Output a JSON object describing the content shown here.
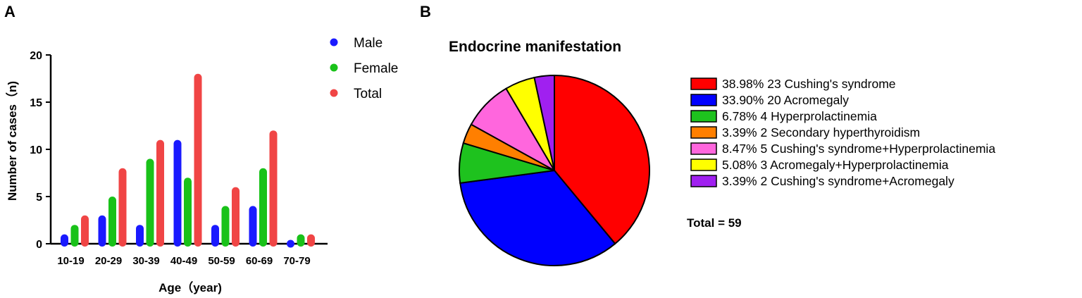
{
  "chart_data": [
    {
      "type": "bar",
      "panel_label": "A",
      "categories": [
        "10-19",
        "20-29",
        "30-39",
        "40-49",
        "50-59",
        "60-69",
        "70-79"
      ],
      "series": [
        {
          "name": "Male",
          "color": "#1a1aff",
          "values": [
            1,
            3,
            2,
            11,
            2,
            4,
            0
          ]
        },
        {
          "name": "Female",
          "color": "#19c219",
          "values": [
            2,
            5,
            9,
            7,
            4,
            8,
            1
          ]
        },
        {
          "name": "Total",
          "color": "#f04545",
          "values": [
            3,
            8,
            11,
            18,
            6,
            12,
            1
          ]
        }
      ],
      "xlabel": "Age（year)",
      "ylabel": "Number of cases（n)",
      "ylim": [
        0,
        20
      ],
      "yticks": [
        "0",
        "5",
        "10",
        "15",
        "20"
      ],
      "grid": false,
      "legend_position": "top-right"
    },
    {
      "type": "pie",
      "panel_label": "B",
      "title": "Endocrine manifestation",
      "slices": [
        {
          "label": "38.98%  23 Cushing's syndrome",
          "value": 23,
          "color": "#ff0000"
        },
        {
          "label": "33.90%  20 Acromegaly",
          "value": 20,
          "color": "#0000ff"
        },
        {
          "label": "6.78%  4 Hyperprolactinemia",
          "value": 4,
          "color": "#1ec21e"
        },
        {
          "label": "3.39%  2 Secondary hyperthyroidism",
          "value": 2,
          "color": "#ff7f00"
        },
        {
          "label": "8.47%  5 Cushing's syndrome+Hyperprolactinemia",
          "value": 5,
          "color": "#ff66dd"
        },
        {
          "label": "5.08%  3 Acromegaly+Hyperprolactinemia",
          "value": 3,
          "color": "#ffff00"
        },
        {
          "label": "3.39%  2 Cushing's syndrome+Acromegaly",
          "value": 2,
          "color": "#a020f0"
        }
      ],
      "total_label": "Total = 59",
      "legend_position": "right"
    }
  ]
}
